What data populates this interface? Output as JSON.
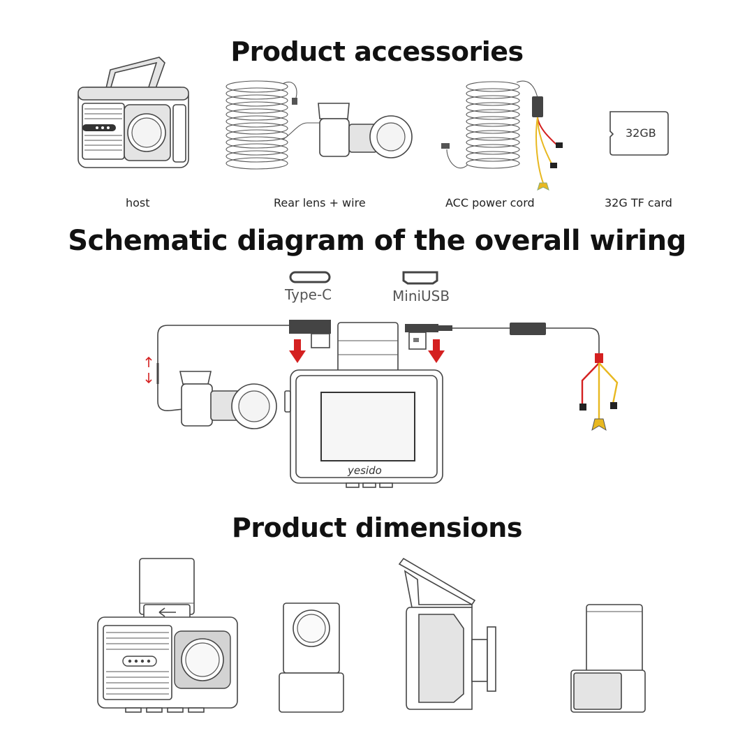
{
  "sections": {
    "accessories_title": "Product accessories",
    "wiring_title": "Schematic diagram of the overall wiring",
    "dimensions_title": "Product dimensions"
  },
  "accessories": [
    {
      "label": "host"
    },
    {
      "label": "Rear lens + wire"
    },
    {
      "label": "ACC power cord"
    },
    {
      "label": "32G TF card"
    }
  ],
  "sd_card": {
    "capacity": "32GB"
  },
  "ports": {
    "type_c": "Type-C",
    "mini_usb": "MiniUSB"
  },
  "brand": {
    "logo_text": "yesido"
  },
  "colors": {
    "arrow_red": "#d42020",
    "wire_red": "#d42020",
    "wire_yellow": "#e8b820",
    "line": "#444444"
  }
}
